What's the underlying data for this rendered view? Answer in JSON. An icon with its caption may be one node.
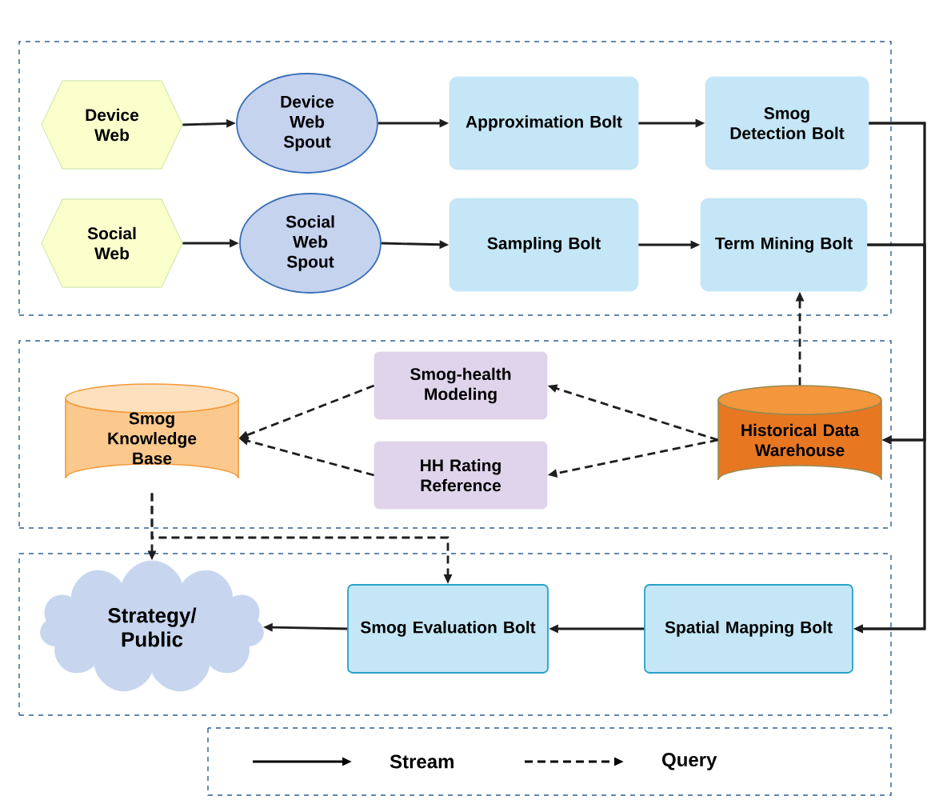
{
  "diagram": {
    "nodes": [
      {
        "text": [],
        "shape": "box"
      },
      {
        "text": [
          "Device Web"
        ],
        "in": 0
      },
      {
        "text": [
          "Device Web Spout"
        ],
        "in": 0
      },
      {
        "text": [
          "Approximation Bolt"
        ],
        "in": 0
      },
      {
        "text": [
          "Smog Detection Bolt"
        ],
        "in": 0
      },
      {
        "text": [
          "Social Web"
        ],
        "in": 0
      },
      {
        "text": [
          "Social Web Spout"
        ],
        "in": 0
      },
      {
        "text": [
          "Sampling Bolt"
        ],
        "in": 0
      },
      {
        "text": [
          "Term Mining Bolt"
        ],
        "in": 0
      },
      {
        "text": [],
        "shape": "box"
      },
      {
        "text": [
          "Smog Knowledge Base"
        ],
        "in": 9
      },
      {
        "text": [
          "Smog-health Modeling"
        ],
        "in": 9
      },
      {
        "text": [
          "HH Rating Reference"
        ],
        "in": 9
      },
      {
        "text": [
          "Historical Data Warehouse"
        ],
        "in": 9
      },
      {
        "text": [],
        "shape": "box"
      },
      {
        "text": [
          "Strategy/ Public"
        ],
        "in": 14
      },
      {
        "text": [
          "Smog Evaluation Bolt"
        ],
        "in": 14
      },
      {
        "text": [
          "Spatial Mapping Bolt"
        ],
        "in": 14
      }
    ],
    "edges": [
      {
        "from": 1,
        "to": 2,
        "arrow": "to"
      },
      {
        "from": 2,
        "to": 3,
        "arrow": "to"
      },
      {
        "from": 3,
        "to": 4,
        "arrow": "to"
      },
      {
        "from": 5,
        "to": 6,
        "arrow": "to"
      },
      {
        "from": 6,
        "to": 7,
        "arrow": "to"
      },
      {
        "from": 7,
        "to": 8,
        "arrow": "to"
      },
      {
        "from": 4,
        "to": 13,
        "arrow": "to"
      },
      {
        "from": 4,
        "to": 17,
        "arrow": "to"
      },
      {
        "from": 8,
        "to": 13,
        "arrow": "to"
      },
      {
        "from": 8,
        "to": 17,
        "arrow": "to"
      },
      {
        "from": 13,
        "to": 8,
        "arrow": "to",
        "style": "dashed"
      },
      {
        "from": 13,
        "to": 11,
        "arrow": "to",
        "style": "dashed"
      },
      {
        "from": 13,
        "to": 12,
        "arrow": "to",
        "style": "dashed"
      },
      {
        "from": 11,
        "to": 10,
        "arrow": "to",
        "style": "dashed"
      },
      {
        "from": 12,
        "to": 10,
        "arrow": "to",
        "style": "dashed"
      },
      {
        "from": 10,
        "to": 15,
        "arrow": "to",
        "style": "dashed"
      },
      {
        "from": 10,
        "to": 16,
        "arrow": "to",
        "style": "dashed"
      },
      {
        "from": 17,
        "to": 16,
        "arrow": "to"
      },
      {
        "from": 16,
        "to": 15,
        "arrow": "to"
      }
    ],
    "legend": [
      {
        "text": "Stream"
      },
      {
        "text": "Query"
      }
    ]
  }
}
